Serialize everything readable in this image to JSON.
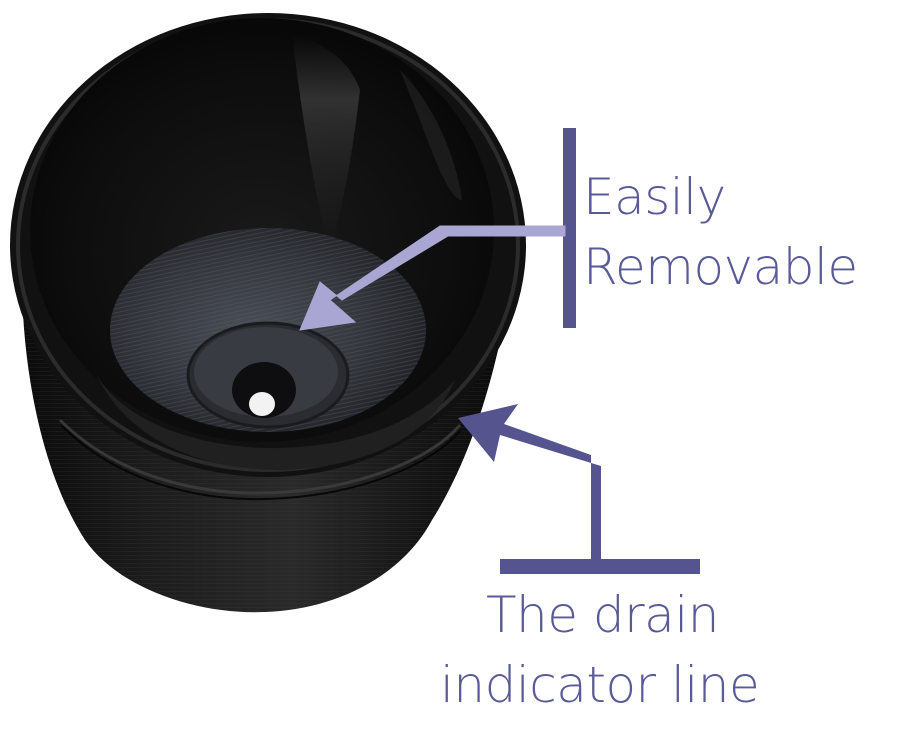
{
  "annotations": {
    "removable": {
      "line1": "Easily",
      "line2": "Removable"
    },
    "drain": {
      "line1": "The drain",
      "line2": "indicator line"
    }
  },
  "colors": {
    "annotation_text": "#5a5a96",
    "bracket": "#56548e",
    "arrow_removable": "#a9a6d4",
    "arrow_drain": "#56548e",
    "cup_body": "#141414",
    "cup_shelf": "#3a3d44",
    "background": "#ffffff"
  },
  "icons": {
    "removable_arrow": "arrow-pointer",
    "drain_arrow": "arrow-pointer"
  }
}
